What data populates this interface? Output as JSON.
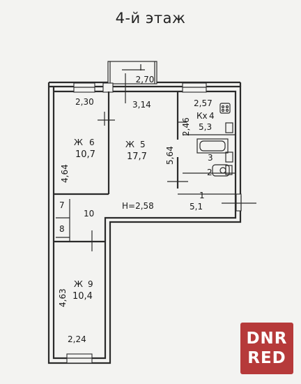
{
  "floor_title": "4-й этаж",
  "watermark": {
    "line1": "DNR",
    "line2": "RED"
  },
  "rooms": {
    "balcony": {
      "number": "I",
      "area": "2,70"
    },
    "r1": {
      "number": "1",
      "area": "5,1"
    },
    "r2": {
      "number": "2"
    },
    "r3": {
      "number": "3"
    },
    "r4": {
      "number": "4",
      "area": "5,3",
      "code": "Кх"
    },
    "r5": {
      "number": "5",
      "area": "17,7",
      "code": "Ж"
    },
    "r6": {
      "number": "6",
      "area": "10,7",
      "code": "Ж"
    },
    "r7": {
      "number": "7"
    },
    "r8": {
      "number": "8"
    },
    "r9": {
      "number": "9",
      "area": "10,4",
      "code": "Ж"
    },
    "r10": {
      "number": "10"
    }
  },
  "dimensions": {
    "d_230": "2,30",
    "d_314": "3,14",
    "d_257": "2,57",
    "d_246": "2,46",
    "d_564": "5,64",
    "d_464": "4,64",
    "d_463": "4,63",
    "d_224": "2,24",
    "height": "H=2,58"
  }
}
